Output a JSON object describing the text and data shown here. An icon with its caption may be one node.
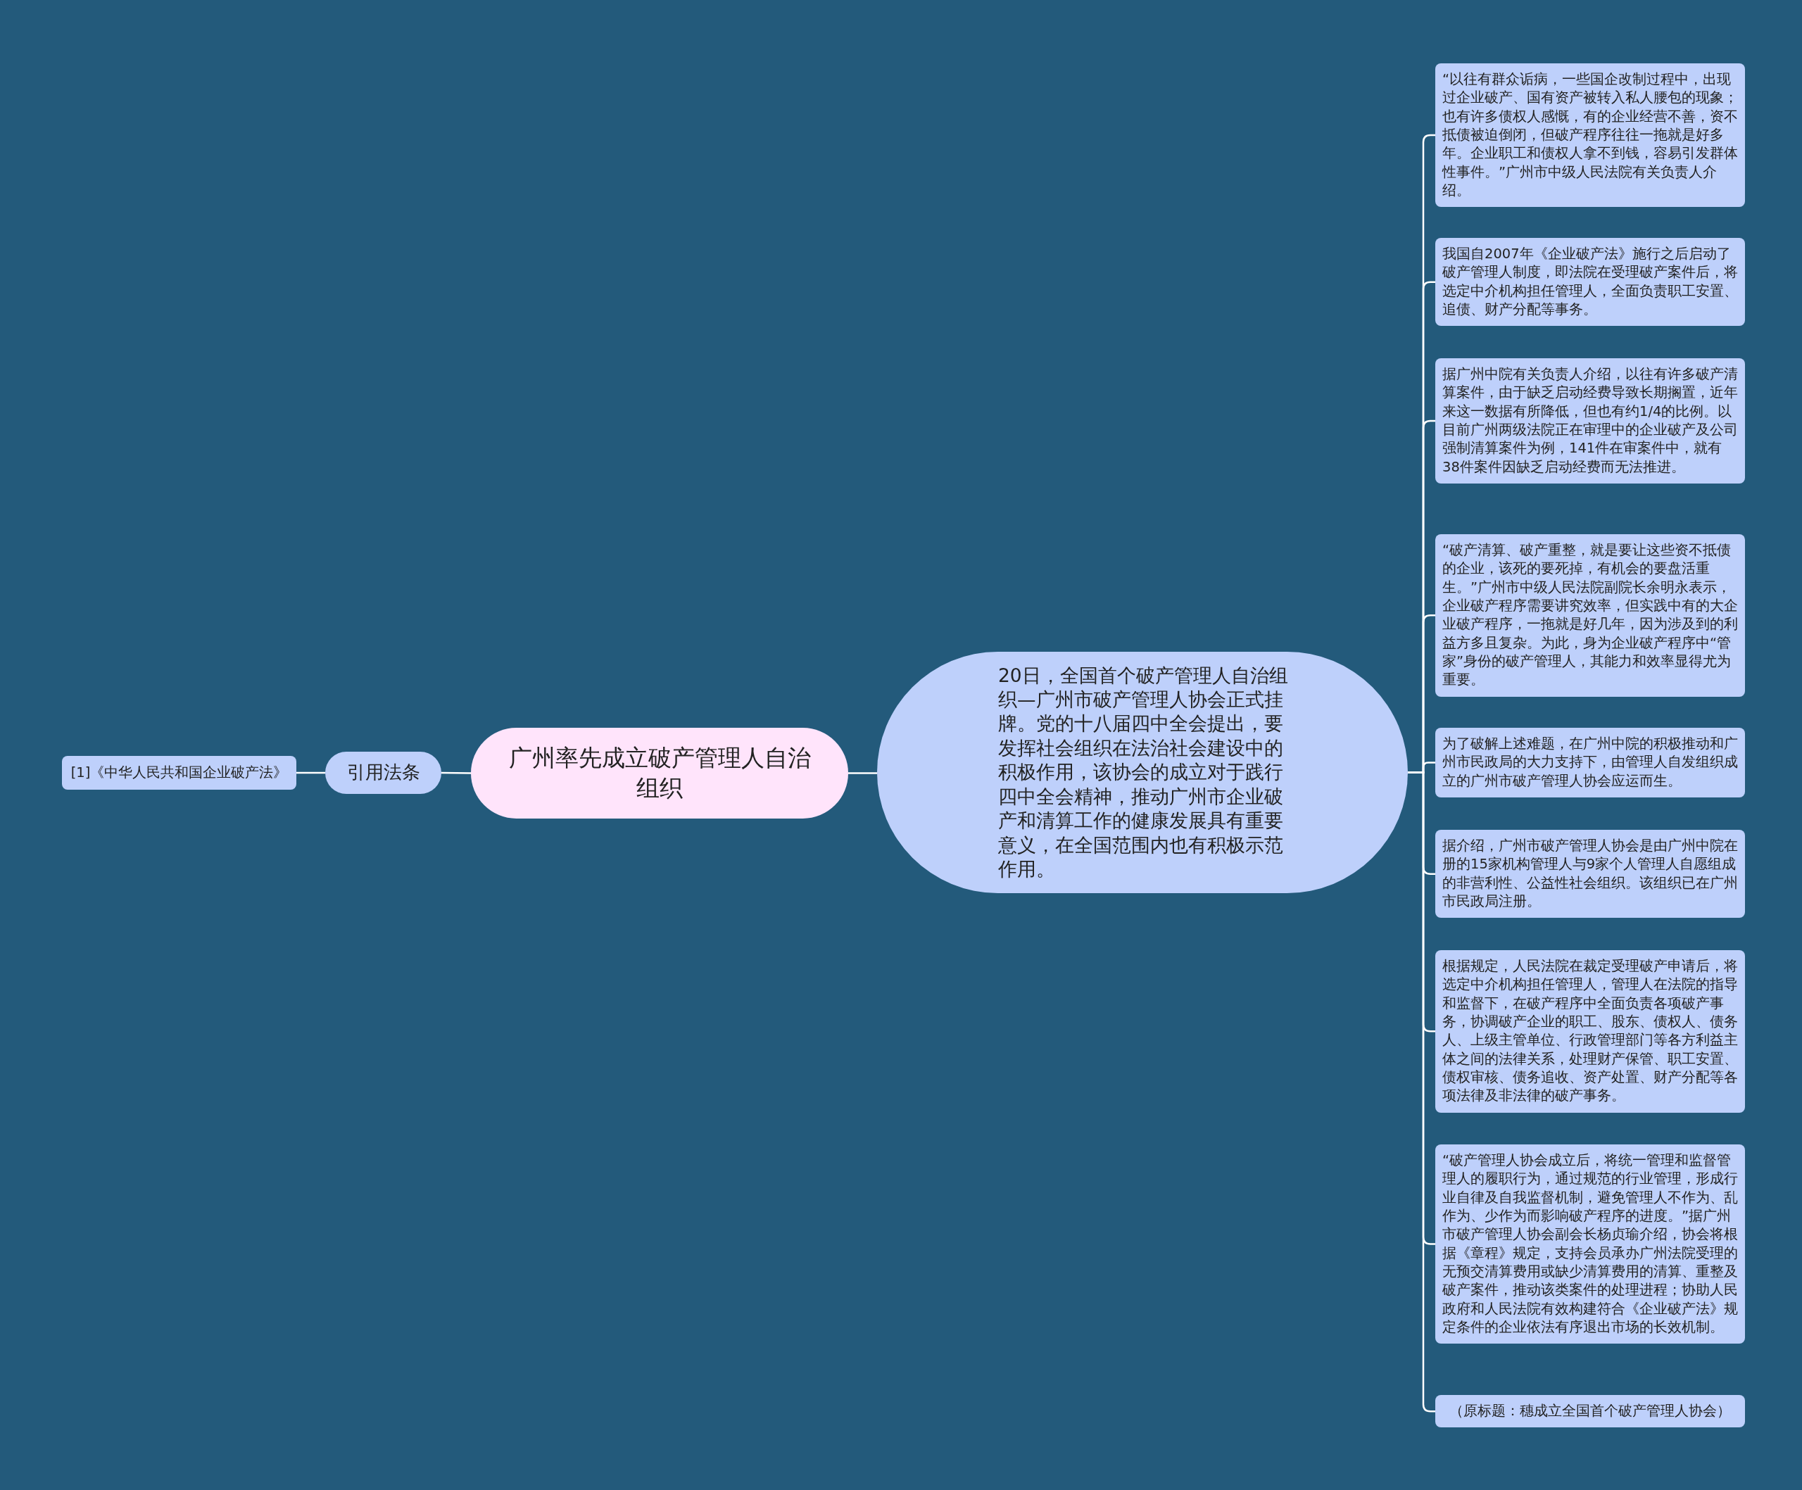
{
  "diagram": {
    "nodes": [
      {
        "text": [
          "广州率先成立破产管理人自治组织"
        ]
      },
      {
        "text": [
          "引用法条"
        ]
      },
      {
        "text": [
          "[1]《中华人民共和国企业破产法》"
        ]
      },
      {
        "text": [
          "20日，全国首个破产管理人自治组织—广州市破产管理人协会正式挂牌。党的十八届四中全会提出，要发挥社会组织在法治社会建设中的积极作用，该协会的成立对于践行四中全会精神，推动广州市企业破产和清算工作的健康发展具有重要意义，在全国范围内也有积极示范作用。"
        ]
      },
      {
        "text": [
          "“以往有群众诟病，一些国企改制过程中，出现过企业破产、国有资产被转入私人腰包的现象；也有许多债权人感慨，有的企业经营不善，资不抵债被迫倒闭，但破产程序往往一拖就是好多年。企业职工和债权人拿不到钱，容易引发群体性事件。”广州市中级人民法院有关负责人介绍。"
        ]
      },
      {
        "text": [
          "我国自2007年《企业破产法》施行之后启动了破产管理人制度，即法院在受理破产案件后，将选定中介机构担任管理人，全面负责职工安置、追债、财产分配等事务。"
        ]
      },
      {
        "text": [
          "据广州中院有关负责人介绍，以往有许多破产清算案件，由于缺乏启动经费导致长期搁置，近年来这一数据有所降低，但也有约1/4的比例。以目前广州两级法院正在审理中的企业破产及公司强制清算案件为例，141件在审案件中，就有38件案件因缺乏启动经费而无法推进。"
        ]
      },
      {
        "text": [
          "“破产清算、破产重整，就是要让这些资不抵债的企业，该死的要死掉，有机会的要盘活重生。”广州市中级人民法院副院长余明永表示，企业破产程序需要讲究效率，但实践中有的大企业破产程序，一拖就是好几年，因为涉及到的利益方多且复杂。为此，身为企业破产程序中“管家”身份的破产管理人，其能力和效率显得尤为重要。"
        ]
      },
      {
        "text": [
          "为了破解上述难题，在广州中院的积极推动和广州市民政局的大力支持下，由管理人自发组织成立的广州市破产管理人协会应运而生。"
        ]
      },
      {
        "text": [
          "据介绍，广州市破产管理人协会是由广州中院在册的15家机构管理人与9家个人管理人自愿组成的非营利性、公益性社会组织。该组织已在广州市民政局注册。"
        ]
      },
      {
        "text": [
          "根据规定，人民法院在裁定受理破产申请后，将选定中介机构担任管理人，管理人在法院的指导和监督下，在破产程序中全面负责各项破产事务，协调破产企业的职工、股东、债权人、债务人、上级主管单位、行政管理部门等各方利益主体之间的法律关系，处理财产保管、职工安置、债权审核、债务追收、资产处置、财产分配等各项法律及非法律的破产事务。"
        ]
      },
      {
        "text": [
          "“破产管理人协会成立后，将统一管理和监督管理人的履职行为，通过规范的行业管理，形成行业自律及自我监督机制，避免管理人不作为、乱作为、少作为而影响破产程序的进度。”据广州市破产管理人协会副会长杨贞瑜介绍，协会将根据《章程》规定，支持会员承办广州法院受理的无预交清算费用或缺少清算费用的清算、重整及破产案件，推动该类案件的处理进程；协助人民政府和人民法院有效构建符合《企业破产法》规定条件的企业依法有序退出市场的长效机制。"
        ]
      },
      {
        "text": [
          "（原标题：穗成立全国首个破产管理人协会）"
        ]
      }
    ],
    "edges": [
      {
        "from": 0,
        "to": 1,
        "arrow": "none"
      },
      {
        "from": 1,
        "to": 2,
        "arrow": "none"
      },
      {
        "from": 0,
        "to": 3,
        "arrow": "none"
      },
      {
        "from": 3,
        "to": 4,
        "arrow": "none"
      },
      {
        "from": 3,
        "to": 5,
        "arrow": "none"
      },
      {
        "from": 3,
        "to": 6,
        "arrow": "none"
      },
      {
        "from": 3,
        "to": 7,
        "arrow": "none"
      },
      {
        "from": 3,
        "to": 8,
        "arrow": "none"
      },
      {
        "from": 3,
        "to": 9,
        "arrow": "none"
      },
      {
        "from": 3,
        "to": 10,
        "arrow": "none"
      },
      {
        "from": 3,
        "to": 11,
        "arrow": "none"
      },
      {
        "from": 3,
        "to": 12,
        "arrow": "none"
      }
    ]
  }
}
